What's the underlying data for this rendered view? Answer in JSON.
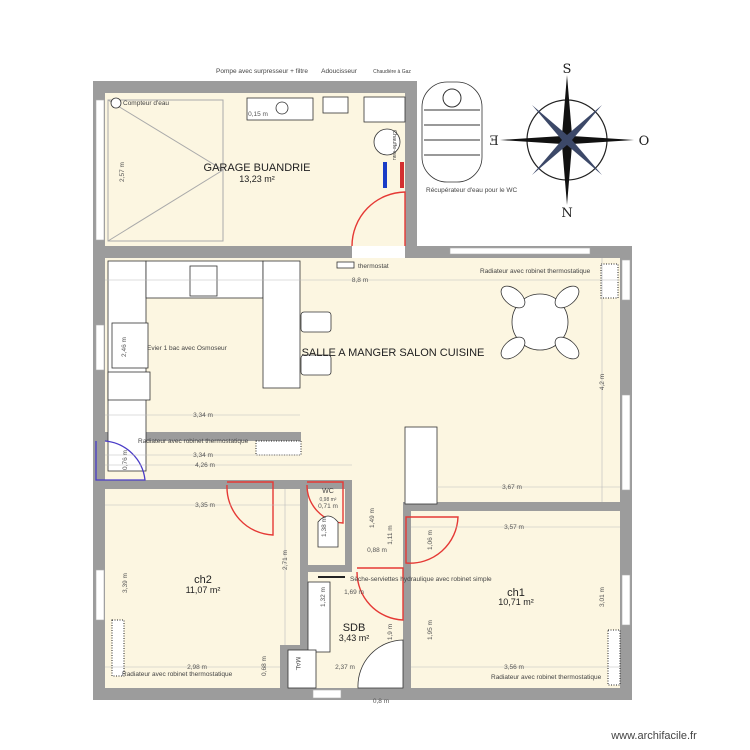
{
  "top_labels": {
    "pump": "Pompe avec surpresseur + filtre",
    "softener": "Adoucisseur",
    "boiler": "Chaudière à Gaz"
  },
  "rooms": [
    {
      "name": "GARAGE BUANDRIE",
      "area": "13,23 m²"
    },
    {
      "name": "SALLE A MANGER SALON CUISINE",
      "area": ""
    },
    {
      "name": "WC",
      "area": "0,98 m²"
    },
    {
      "name": "ch2",
      "area": "11,07 m²"
    },
    {
      "name": "ch1",
      "area": "10,71 m²"
    },
    {
      "name": "SDB",
      "area": "3,43 m²"
    }
  ],
  "equipment_labels": {
    "water_meter": "Compteur d'eau",
    "water_heater": "Chauffe-eau",
    "rainwater_tank": "Récupérateur d'eau pour le WC",
    "thermostat": "thermostat",
    "radiator_living": "Radiateur avec robinet thermostatique",
    "sink": "Evier 1 bac avec Osmoseur",
    "radiator_hall": "Radiateur avec robinet thermostatique",
    "towel_dryer": "Sèche-serviettes hydraulique avec robinet simple",
    "radiator_ch2": "Radiateur avec robinet thermostatique",
    "radiator_ch1": "Radiateur avec robinet thermostatique",
    "washing_machine": "MAL"
  },
  "dimensions": [
    "0,15 m",
    "2,57 m",
    "8,8 m",
    "4,2 m",
    "2,46 m",
    "3,34 m",
    "3,34 m",
    "0,76 m",
    "4,26 m",
    "3,35 m",
    "3,67 m",
    "0,71 m",
    "1,49 m",
    "1,38 m",
    "1,11 m",
    "0,88 m",
    "1,06 m",
    "3,57 m",
    "2,71 m",
    "3,39 m",
    "1,69 m",
    "3,01 m",
    "1,32 m",
    "1,95 m",
    "1,9 m",
    "0,68 m",
    "2,98 m",
    "2,37 m",
    "3,56 m",
    "0,8 m"
  ],
  "compass": {
    "top": "S",
    "right": "O",
    "bottom": "N",
    "left": "E"
  },
  "watermark": "www.archifacile.fr",
  "colors": {
    "wall": "#9c9c9c",
    "floor": "#fcf6e1",
    "door": "#e53935",
    "hot_pipe": "#d32f2f",
    "cold_pipe": "#1a3cc7",
    "entry_door": "#4a3cc7"
  }
}
